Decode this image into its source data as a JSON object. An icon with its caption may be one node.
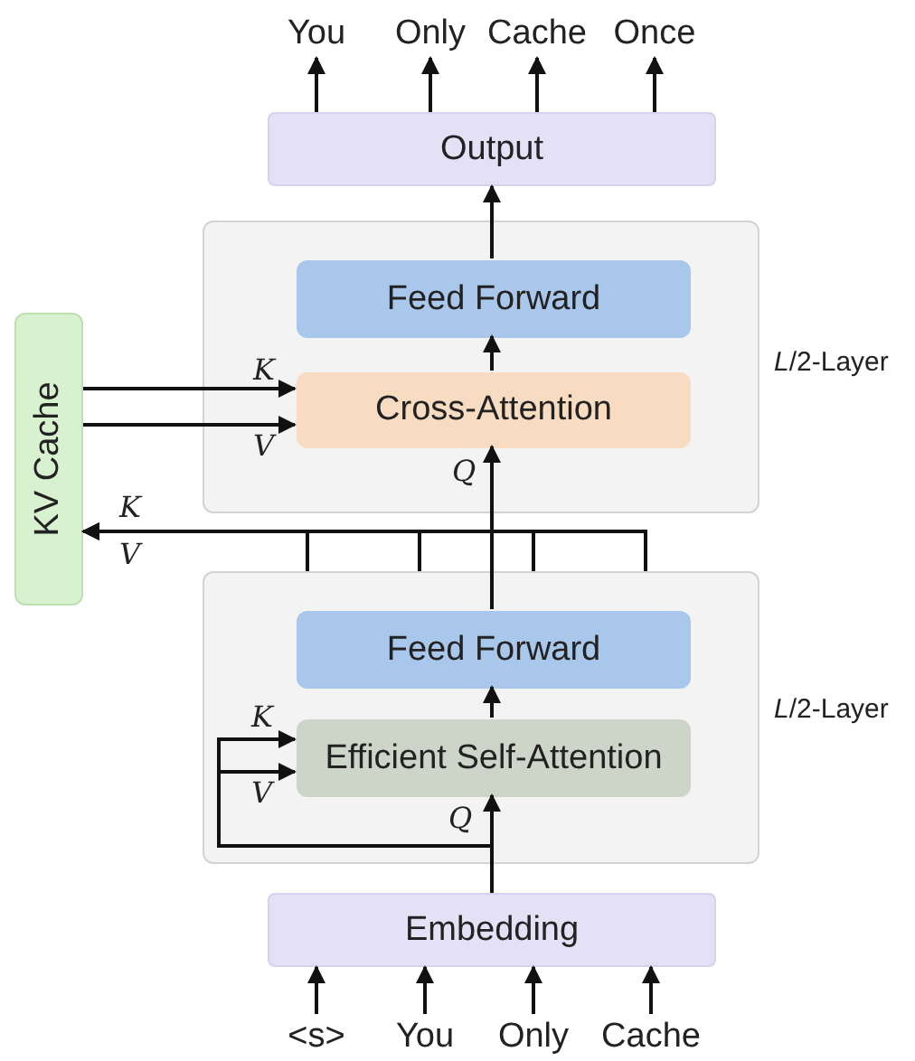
{
  "diagram": {
    "nodes": [
      {
        "text": [
          "You"
        ]
      },
      {
        "text": [
          "Only"
        ]
      },
      {
        "text": [
          "Cache"
        ]
      },
      {
        "text": [
          "Once"
        ]
      },
      {
        "text": [
          "Output"
        ]
      },
      {
        "text": [],
        "shape": "box",
        "beside": [
          "*L*/2-Layer"
        ]
      },
      {
        "text": [
          "Feed Forward"
        ],
        "in": 5
      },
      {
        "text": [
          "Cross-Attention"
        ],
        "in": 5
      },
      {
        "text": [
          "KV Cache"
        ]
      },
      {
        "text": [],
        "shape": "box",
        "beside": [
          "*L*/2-Layer"
        ]
      },
      {
        "text": [
          "Feed Forward"
        ],
        "in": 9
      },
      {
        "text": [
          "Efficient Self-Attention"
        ],
        "in": 9
      },
      {
        "text": [
          "Embedding"
        ]
      },
      {
        "text": [
          "<s>"
        ]
      },
      {
        "text": [
          "You"
        ]
      },
      {
        "text": [
          "Only"
        ]
      },
      {
        "text": [
          "Cache"
        ]
      }
    ],
    "edges": [
      {
        "from": 4,
        "to": 0,
        "arrow": "to"
      },
      {
        "from": 4,
        "to": 1,
        "arrow": "to"
      },
      {
        "from": 4,
        "to": 2,
        "arrow": "to"
      },
      {
        "from": 4,
        "to": 3,
        "arrow": "to"
      },
      {
        "from": 6,
        "to": 4,
        "arrow": "to"
      },
      {
        "from": 7,
        "to": 6,
        "arrow": "to"
      },
      {
        "from": 8,
        "to": 7,
        "arrow": "to",
        "label": "K"
      },
      {
        "from": 8,
        "to": 7,
        "arrow": "to",
        "label": "V"
      },
      {
        "from": 10,
        "to": 7,
        "arrow": "to",
        "label": "Q"
      },
      {
        "from": 9,
        "to": 8,
        "arrow": "to",
        "label": "K"
      },
      {
        "from": 9,
        "to": 8,
        "arrow": "to",
        "label": "V"
      },
      {
        "from": 11,
        "to": 10,
        "arrow": "to"
      },
      {
        "from": 12,
        "to": 11,
        "arrow": "to",
        "label": "K"
      },
      {
        "from": 12,
        "to": 11,
        "arrow": "to",
        "label": "V"
      },
      {
        "from": 12,
        "to": 11,
        "arrow": "to",
        "label": "Q"
      },
      {
        "from": 13,
        "to": 12,
        "arrow": "to"
      },
      {
        "from": 14,
        "to": 12,
        "arrow": "to"
      },
      {
        "from": 15,
        "to": 12,
        "arrow": "to"
      },
      {
        "from": 16,
        "to": 12,
        "arrow": "to"
      }
    ]
  }
}
